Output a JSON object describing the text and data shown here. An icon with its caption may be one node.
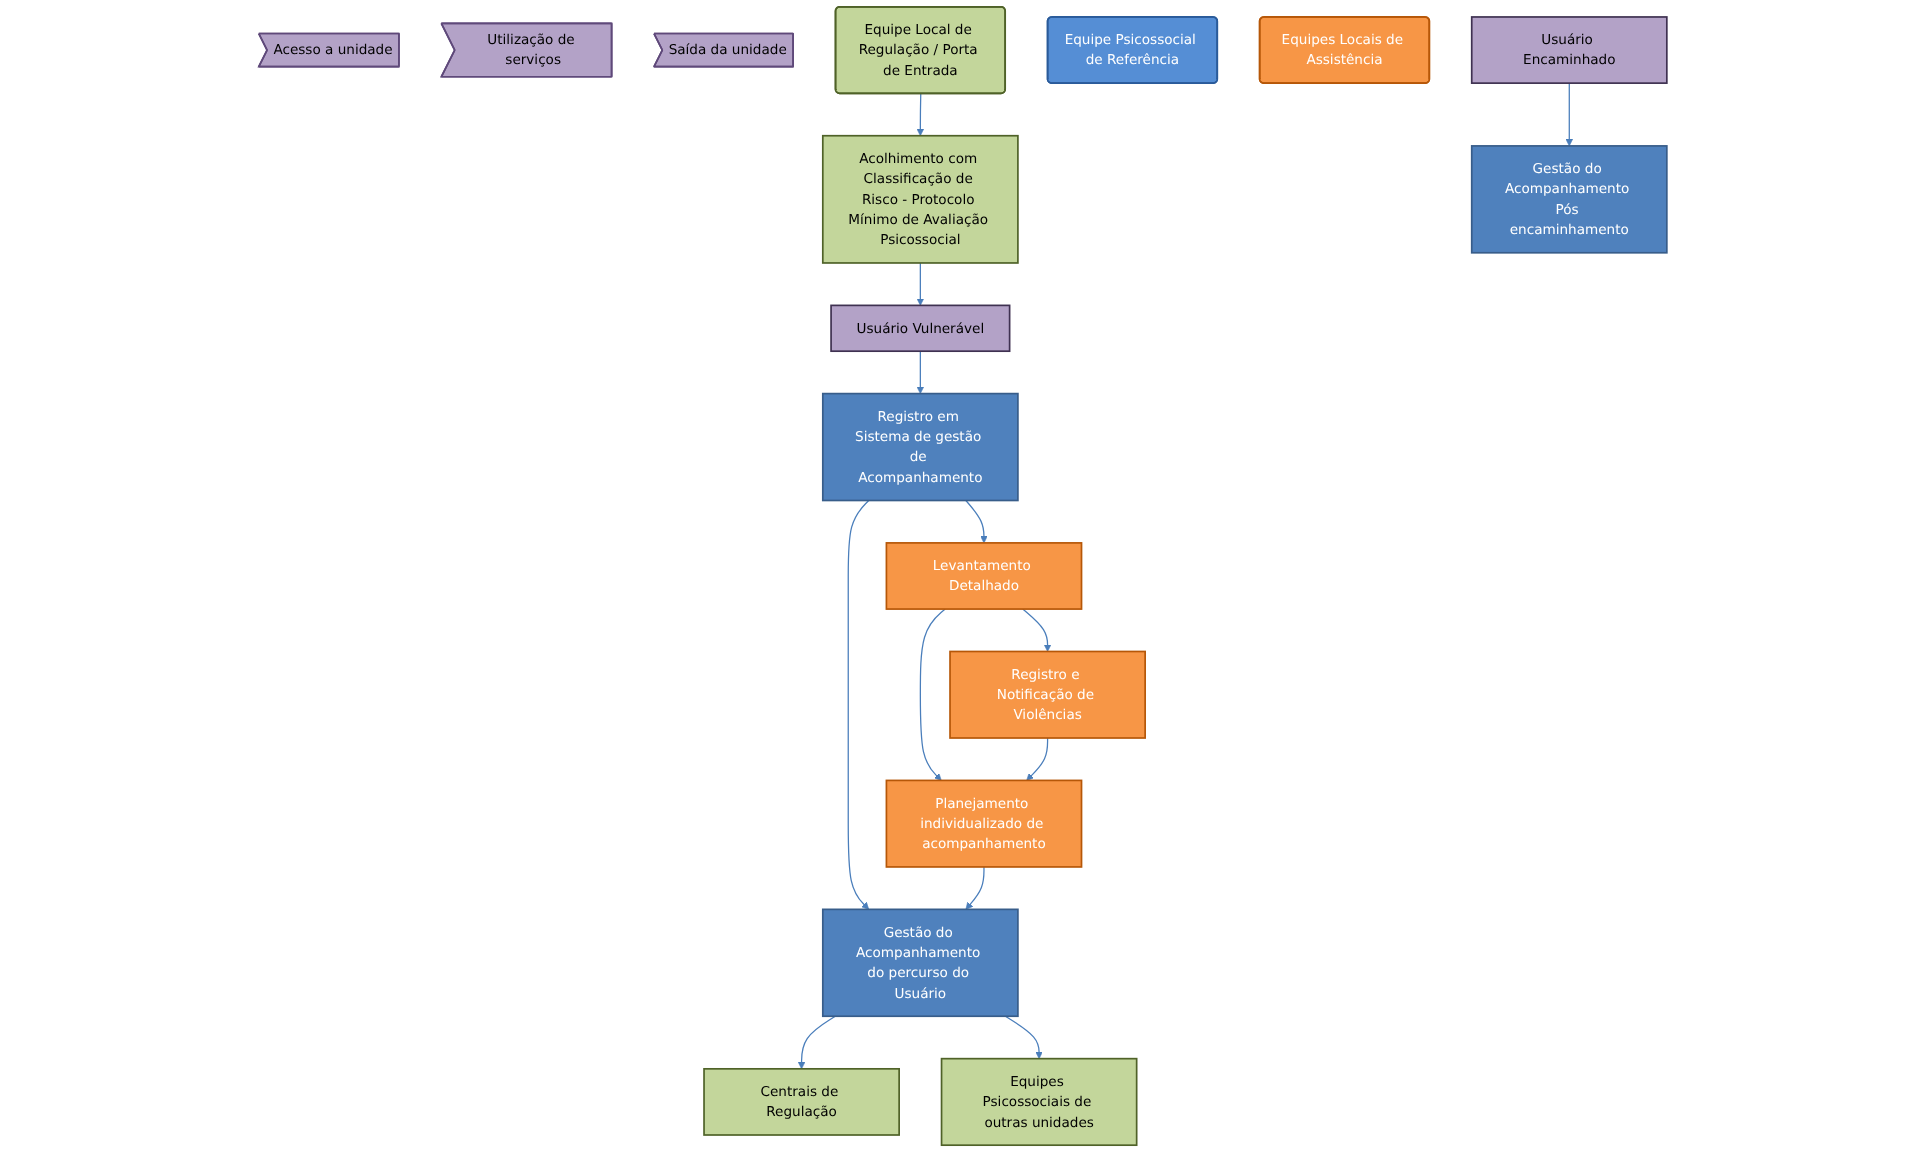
{
  "diagram": {
    "nodes": [
      {
        "text": [
          "Acesso a unidade"
        ]
      },
      {
        "text": [
          "Utilização de serviços"
        ]
      },
      {
        "text": [
          "Saída da unidade"
        ]
      },
      {
        "text": [
          "Equipe Local de Regulação / Porta de Entrada"
        ]
      },
      {
        "text": [
          "Equipe Psicossocial de Referência"
        ]
      },
      {
        "text": [
          "Equipes Locais de Assistência"
        ]
      },
      {
        "text": [
          "Acolhimento com Classificação de Risco - Protocolo Mínimo de Avaliação Psicossocial"
        ]
      },
      {
        "text": [
          "Usuário Vulnerável"
        ]
      },
      {
        "text": [
          "Registro em Sistema de gestão de Acompanhamento"
        ]
      },
      {
        "text": [
          "Gestão do Acompanhamento do percurso do Usuário"
        ]
      },
      {
        "text": [
          "Centrais de Regulação"
        ]
      },
      {
        "text": [
          "Equipes Psicossociais de outras unidades"
        ]
      },
      {
        "text": [
          "Usuário Encaminhado"
        ]
      },
      {
        "text": [
          "Gestão do Acompanhamento Pós encaminhamento"
        ]
      },
      {
        "text": [
          "Levantamento Detalhado"
        ]
      },
      {
        "text": [
          "Registro e Notificação de Violências"
        ]
      },
      {
        "text": [
          "Planejamento individualizado de acompanhamento"
        ]
      }
    ],
    "edges": [
      {
        "from": 3,
        "to": 6,
        "arrow": "to"
      },
      {
        "from": 6,
        "to": 7,
        "arrow": "to"
      },
      {
        "from": 7,
        "to": 8,
        "arrow": "to"
      },
      {
        "from": 8,
        "to": 9,
        "arrow": "to"
      },
      {
        "from": 9,
        "to": 10,
        "arrow": "to"
      },
      {
        "from": 9,
        "to": 11,
        "arrow": "to"
      },
      {
        "from": 12,
        "to": 13,
        "arrow": "to"
      },
      {
        "from": 8,
        "to": 14,
        "arrow": "to"
      },
      {
        "from": 14,
        "to": 15,
        "arrow": "to"
      },
      {
        "from": 14,
        "to": 16,
        "arrow": "to"
      },
      {
        "from": 15,
        "to": 16,
        "arrow": "to"
      },
      {
        "from": 16,
        "to": 9,
        "arrow": "to"
      }
    ]
  }
}
